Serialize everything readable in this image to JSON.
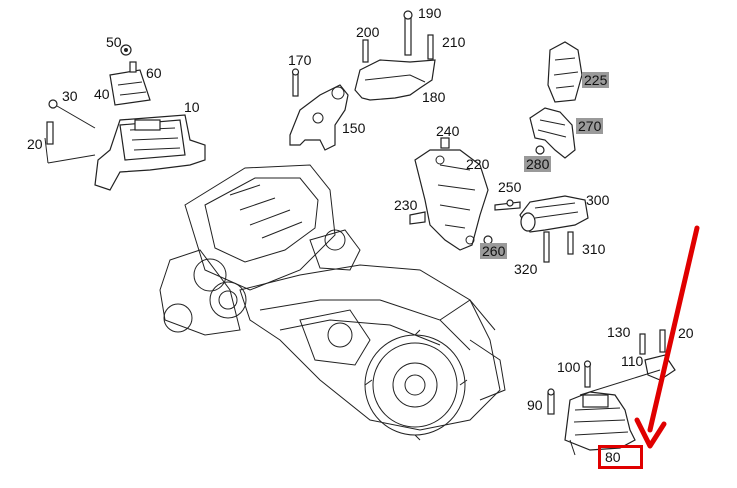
{
  "colors": {
    "arrow": "#e00000",
    "shade": "#9a9a9a",
    "ink": "#222222"
  },
  "labels": {
    "l10": "10",
    "l20a": "20",
    "l30": "30",
    "l40": "40",
    "l50": "50",
    "l60": "60",
    "l80": "80",
    "l90": "90",
    "l100": "100",
    "l110": "110",
    "l120": "20",
    "l130": "130",
    "l150": "150",
    "l170": "170",
    "l180": "180",
    "l190": "190",
    "l200": "200",
    "l210": "210",
    "l220": "220",
    "l225": "225",
    "l230": "230",
    "l240": "240",
    "l250": "250",
    "l260": "260",
    "l270": "270",
    "l280": "280",
    "l300": "300",
    "l310": "310",
    "l320": "320"
  }
}
